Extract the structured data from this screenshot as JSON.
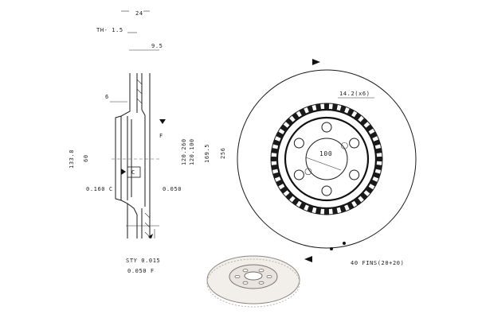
{
  "side_view": {
    "dim_overall_thickness": "24",
    "dim_min_thickness": "TH- 1.5",
    "dim_vent": "9.5",
    "dim_hat_offset": "6",
    "dim_hub_dia": "133.8",
    "dim_centre_bore": "60",
    "dim_runout_left": "0.160 C",
    "datum_label": "C",
    "dim_runout_right": "0.050",
    "datum_f": "F",
    "dim_pcd_tol_upper": "120.260",
    "dim_pcd_tol_lower": "120.100",
    "dim_inner_ring": "169.5",
    "dim_outer_dia": "256",
    "dim_bottom_tol_1": "STY 0.015",
    "dim_bottom_tol_2": "0.050 F"
  },
  "front_view": {
    "dim_bolt_holes": "14.2(x6)",
    "dim_pcd": "100",
    "fins_label": "40 FINS(20+20)"
  },
  "colors": {
    "ink": "#1a1a1a",
    "paper": "#ffffff"
  }
}
